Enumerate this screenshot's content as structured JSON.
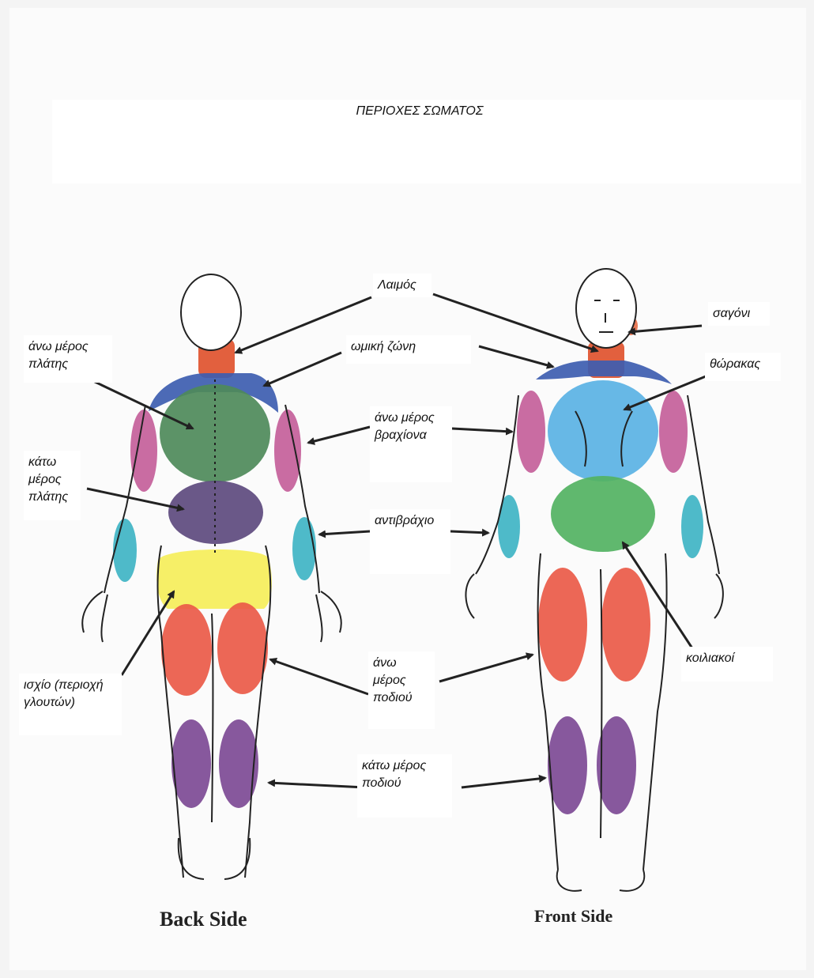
{
  "title": "ΠΕΡΙΟΧΕΣ ΣΩΜΑΤΟΣ",
  "labels": {
    "neck": "Λαιμός",
    "jaw": "σαγόνι",
    "upper_back": "άνω μέρος πλάτης",
    "shoulder_girdle": "ωμική ζώνη",
    "chest": "θώρακας",
    "upper_arm": "άνω μέρος βραχίονα",
    "lower_back": "κάτω μέρος πλάτης",
    "forearm": "αντιβράχιο",
    "hip": "ισχίο (περιοχή γλουτών)",
    "upper_leg": "άνω μέρος ποδιού",
    "abdominals": "κοιλιακοί",
    "lower_leg": "κάτω μέρος ποδιού"
  },
  "captions": {
    "back": "Back Side",
    "front": "Front Side"
  },
  "region_colors": {
    "neck": "#e0522e",
    "shoulder_girdle": "#3d5db0",
    "upper_back": "#4e8a5a",
    "lower_back": "#5d4a7e",
    "hip": "#f5ee5a",
    "upper_leg": "#ea5a48",
    "lower_leg": "#7d4a95",
    "upper_arm": "#c4609a",
    "forearm": "#3fb4c4",
    "chest": "#5ab2e4",
    "abdominals": "#52b262",
    "jaw": "#e8704a"
  }
}
